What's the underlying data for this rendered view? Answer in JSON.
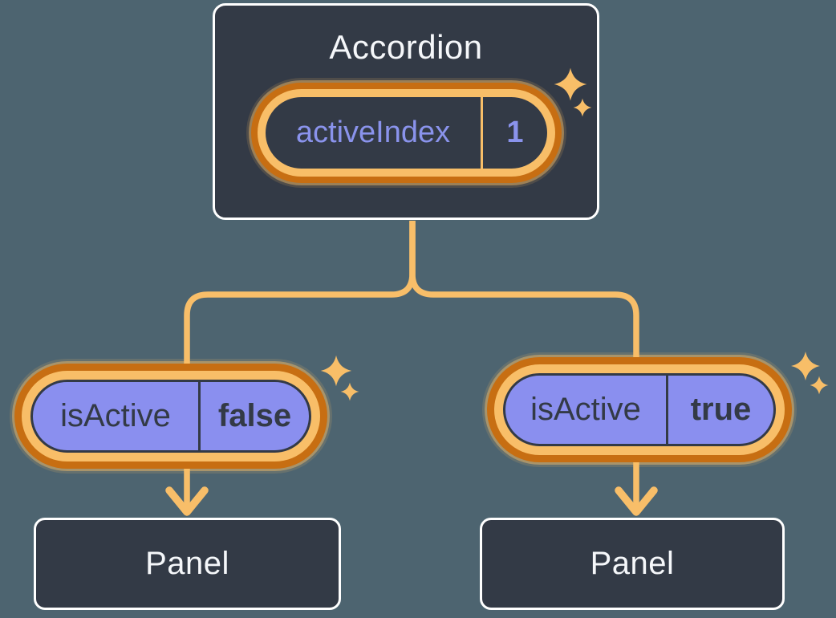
{
  "diagram": {
    "root": {
      "title": "Accordion",
      "state": {
        "label": "activeIndex",
        "value": "1"
      }
    },
    "children": [
      {
        "prop": {
          "label": "isActive",
          "value": "false"
        },
        "panel": {
          "title": "Panel"
        }
      },
      {
        "prop": {
          "label": "isActive",
          "value": "true"
        },
        "panel": {
          "title": "Panel"
        }
      }
    ]
  },
  "icons": {
    "sparkles": "sparkles-icon",
    "arrow_down": "arrow-down-icon"
  },
  "colors": {
    "background": "#4D6470",
    "node_fill": "#333A46",
    "node_border": "#FFFFFF",
    "orange_dark": "#C76E12",
    "orange_light": "#F8BE68",
    "connector": "#F8BE69",
    "purple_fill": "#8A8FEF",
    "purple_text": "#8A93EC",
    "text_light": "#F5F7FA",
    "text_dark": "#333A46"
  }
}
